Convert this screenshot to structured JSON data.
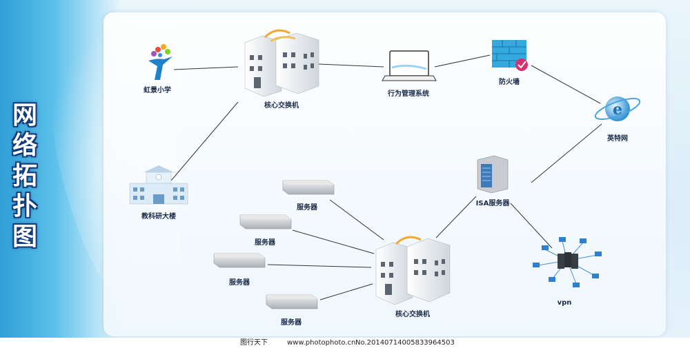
{
  "title_chars": [
    "网",
    "络",
    "拓",
    "扑",
    "图"
  ],
  "nodes": {
    "hongjing_school": "虹景小学",
    "core_switch_top": "核心交换机",
    "behavior_mgmt": "行为管理系统",
    "firewall": "防火墙",
    "internet": "英特网",
    "research_building": "教科研大楼",
    "isa_server": "ISA服务器",
    "server_1": "服务器",
    "server_2": "服务器",
    "server_3": "服务器",
    "server_4": "服务器",
    "core_switch_bottom": "核心交换机",
    "vpn": "vpn"
  },
  "footer": {
    "site": "图行天下",
    "url": "www.photophoto.cn",
    "number": "No.20140714005833964503"
  },
  "colors": {
    "link": "#333333",
    "accent": "#2f9fd6",
    "title_outline": "#123a7a"
  }
}
